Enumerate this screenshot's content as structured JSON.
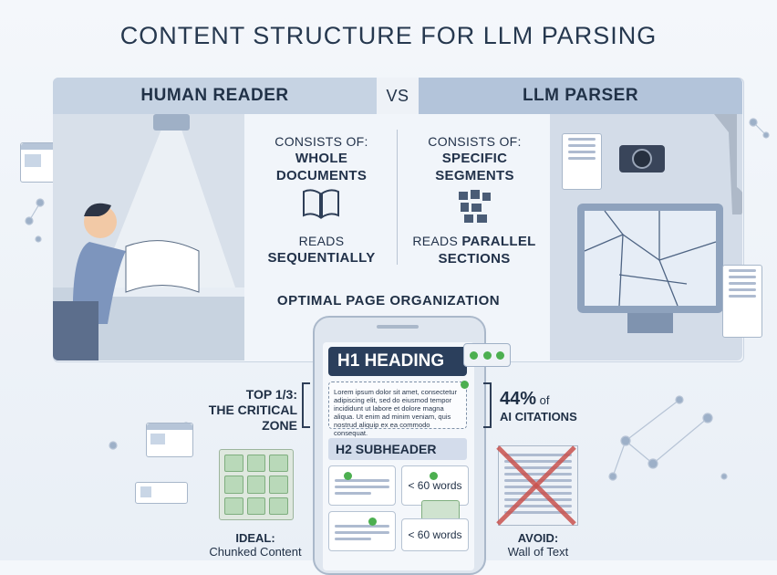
{
  "title": "CONTENT STRUCTURE FOR LLM PARSING",
  "header": {
    "left": "HUMAN READER",
    "vs": "VS",
    "right": "LLM PARSER"
  },
  "human": {
    "consists": "CONSISTS OF:",
    "item_line1": "WHOLE",
    "item_line2": "DOCUMENTS",
    "reads_line1": "READS",
    "reads_line2": "SEQUENTIALLY"
  },
  "llm": {
    "consists": "CONSISTS OF:",
    "item_line1": "SPECIFIC",
    "item_line2": "SEGMENTS",
    "reads_prefix": "READS ",
    "reads_bold": "PARALLEL",
    "reads_line2": "SECTIONS"
  },
  "optimal": "OPTIMAL PAGE ORGANIZATION",
  "phone": {
    "h1": "H1 HEADING",
    "lorem": "Lorem ipsum dolor sit amet, consectetur adipiscing elit, sed do eiusmod tempor incididunt ut labore et dolore magna aliqua. Ut enim ad minim veniam, quis nostrud aliquip ex ea commodo consequat.",
    "h2": "H2 SUBHEADER",
    "words1": "< 60 words",
    "words2": "< 60 words"
  },
  "top_zone": {
    "line1": "TOP 1/3:",
    "line2": "THE CRITICAL",
    "line3": "ZONE"
  },
  "citations": {
    "pct": "44%",
    "of": " of",
    "label": "AI CITATIONS"
  },
  "ideal": {
    "label": "IDEAL:",
    "desc": "Chunked Content"
  },
  "avoid": {
    "label": "AVOID:",
    "desc": "Wall of Text"
  },
  "colors": {
    "dark_navy": "#2b3f5c",
    "check_green": "#4caf50",
    "avoid_red": "#c9534f",
    "panel_blue": "#c6d3e3"
  },
  "icons": [
    "book-icon",
    "puzzle-segments-icon",
    "check-icon",
    "robot-arm-camera-icon",
    "person-reading-icon"
  ]
}
